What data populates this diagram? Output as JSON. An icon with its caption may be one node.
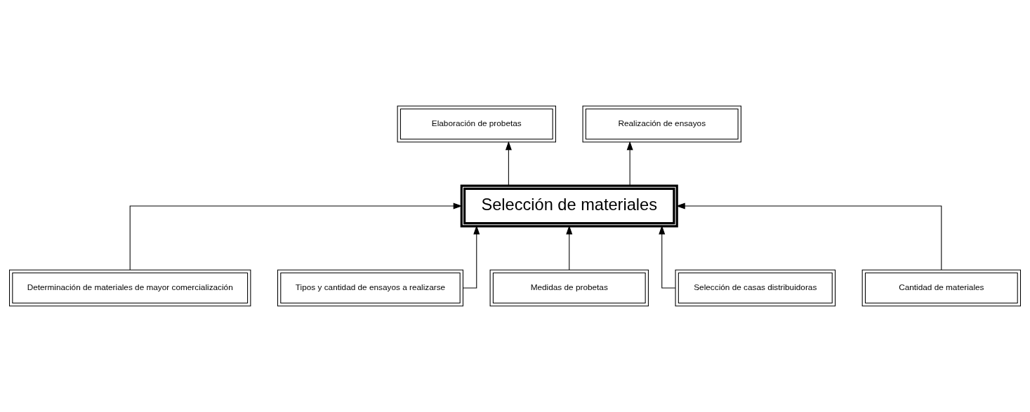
{
  "diagram": {
    "nodes": [
      {
        "text": [
          "Elaboración de probetas"
        ]
      },
      {
        "text": [
          "Realización de ensayos"
        ]
      },
      {
        "text": [
          "Selección de materiales"
        ]
      },
      {
        "text": [
          "Determinación de materiales de mayor comercialización"
        ]
      },
      {
        "text": [
          "Tipos y cantidad de ensayos a realizarse"
        ]
      },
      {
        "text": [
          "Medidas de probetas"
        ]
      },
      {
        "text": [
          "Selección de casas distribuidoras"
        ]
      },
      {
        "text": [
          "Cantidad de materiales"
        ]
      }
    ],
    "edges": [
      {
        "from": 2,
        "to": 0,
        "arrow": "to"
      },
      {
        "from": 2,
        "to": 1,
        "arrow": "to"
      },
      {
        "from": 3,
        "to": 2,
        "arrow": "to"
      },
      {
        "from": 4,
        "to": 2,
        "arrow": "to"
      },
      {
        "from": 5,
        "to": 2,
        "arrow": "to"
      },
      {
        "from": 6,
        "to": 2,
        "arrow": "to"
      },
      {
        "from": 7,
        "to": 2,
        "arrow": "to"
      }
    ]
  }
}
